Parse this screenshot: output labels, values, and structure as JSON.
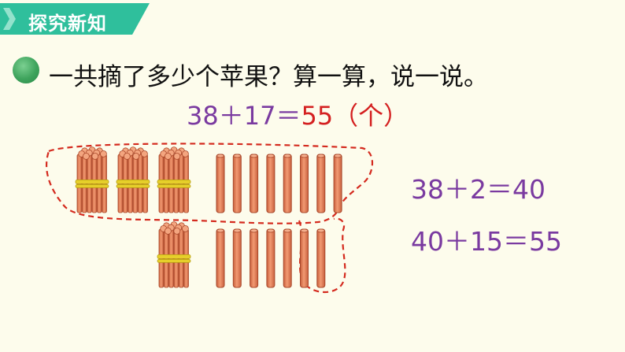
{
  "header": {
    "tag_label": "探究新知",
    "color": "#2fbf9c"
  },
  "question": {
    "text": "一共摘了多少个苹果？算一算，说一说。"
  },
  "equation": {
    "lhs": "38＋17＝",
    "result": "55",
    "unit": "（个）"
  },
  "steps": [
    {
      "text": "38＋2＝40"
    },
    {
      "text": "40＋15＝55"
    }
  ],
  "colors": {
    "purple": "#7a3aa0",
    "red": "#d42020",
    "stick": "#e8825a",
    "band": "#e6cf2a",
    "dash": "#d42a1e"
  }
}
